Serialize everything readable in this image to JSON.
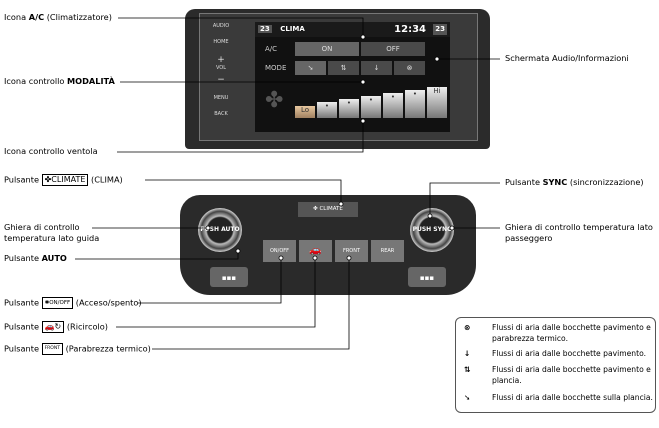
{
  "screen": {
    "temp_left": "23",
    "title": "CLIMA",
    "clock": "12:34",
    "temp_right": "23",
    "ac_label": "A/C",
    "ac_on": "ON",
    "ac_off": "OFF",
    "mode_label": "MODE",
    "fan_lo": "Lo",
    "fan_hi": "Hi",
    "fan_level_selected": 1,
    "side_buttons": [
      "AUDIO",
      "HOME",
      "+",
      "VOL",
      "−",
      "MENU",
      "BACK"
    ]
  },
  "panel": {
    "climate_button": "CLIMATE",
    "left_knob": "PUSH AUTO",
    "right_knob": "PUSH SYNC",
    "onoff_button": "ON/OFF",
    "front_button": "FRONT",
    "rear_button": "REAR"
  },
  "callouts": {
    "ac_icon": {
      "prefix": "Icona ",
      "bold": "A/C",
      "suffix": " (Climatizzatore)"
    },
    "mode_icon": {
      "prefix": "Icona controllo ",
      "bold": "MODALITÀ",
      "suffix": ""
    },
    "fan_icon": "Icona controllo ventola",
    "audio_screen": "Schermata Audio/Informazioni",
    "climate_btn": {
      "prefix": "Pulsante ",
      "key": "CLIMATE",
      "suffix": " (CLIMA)"
    },
    "sync_btn": {
      "prefix": "Pulsante ",
      "bold": "SYNC",
      "suffix": " (sincronizzazione)"
    },
    "driver_knob": [
      "Ghiera di controllo",
      "temperatura lato guida"
    ],
    "passenger_knob": [
      "Ghiera di controllo temperatura lato",
      "passeggero"
    ],
    "auto_btn": {
      "prefix": "Pulsante ",
      "bold": "AUTO"
    },
    "onoff_btn": {
      "prefix": "Pulsante ",
      "key": "ON/OFF",
      "suffix": " (Acceso/spento)"
    },
    "recirc_btn": {
      "prefix": "Pulsante ",
      "suffix": " (Ricircolo)"
    },
    "defrost_btn": {
      "prefix": "Pulsante ",
      "key": "FRONT",
      "suffix": " (Parabrezza termico)"
    }
  },
  "legend": [
    {
      "icon": "floor-defrost-icon",
      "text": "Flussi di aria dalle bocchette pavimento e parabrezza termico."
    },
    {
      "icon": "floor-icon",
      "text": "Flussi di aria dalle bocchette pavimento."
    },
    {
      "icon": "floor-dash-icon",
      "text": "Flussi di aria dalle bocchette pavimento e plancia."
    },
    {
      "icon": "dash-icon",
      "text": "Flussi di aria dalle bocchette sulla plancia."
    }
  ]
}
